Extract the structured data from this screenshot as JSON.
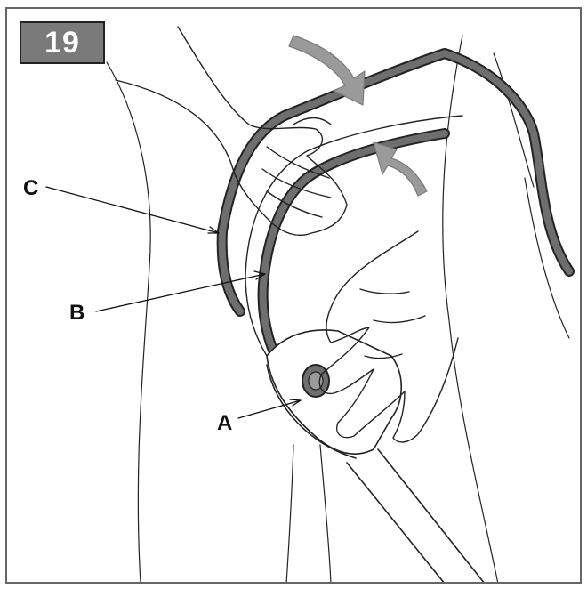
{
  "step": {
    "number": "19"
  },
  "callouts": {
    "a": "A",
    "b": "B",
    "c": "C"
  },
  "colors": {
    "frame": "#666666",
    "badge": "#7a7a7a",
    "arrow": "#9a9a9a",
    "handle_dark": "#6e6e6e",
    "ink": "#222222"
  }
}
